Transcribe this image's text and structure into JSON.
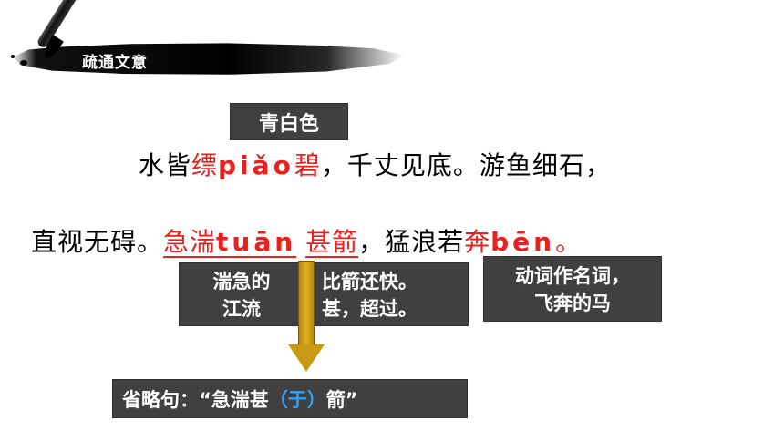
{
  "header": {
    "title": "疏通文意"
  },
  "gloss_box_1": {
    "text": "青白色"
  },
  "text_line_1": {
    "part1": "水皆",
    "red_char": "缥",
    "pinyin": "piǎo",
    "red_char2": "碧",
    "rest": "，千丈见底。游鱼细石，"
  },
  "text_line_2": {
    "part1": "直视无碍。",
    "red_word": "急湍",
    "pinyin1": "tuān",
    "space": " ",
    "red_word2": "甚箭",
    "mid": "，猛浪若",
    "red_char": "奔",
    "pinyin2": "bēn",
    "end": "。"
  },
  "gloss_box_2": {
    "left_line1": "湍急的",
    "left_line2": "江流",
    "right_line1": "比箭还快。",
    "right_line2": "甚，超过。"
  },
  "gloss_box_3": {
    "line1": "动词作名词，",
    "line2": "飞奔的马"
  },
  "ellipsis_box": {
    "prefix": "省略句：“急湍甚",
    "added": "（于）",
    "suffix": "箭”"
  },
  "colors": {
    "red": "#e8201e",
    "box_bg": "#404040",
    "blue": "#29a3ff",
    "arrow": "#d4a017"
  }
}
